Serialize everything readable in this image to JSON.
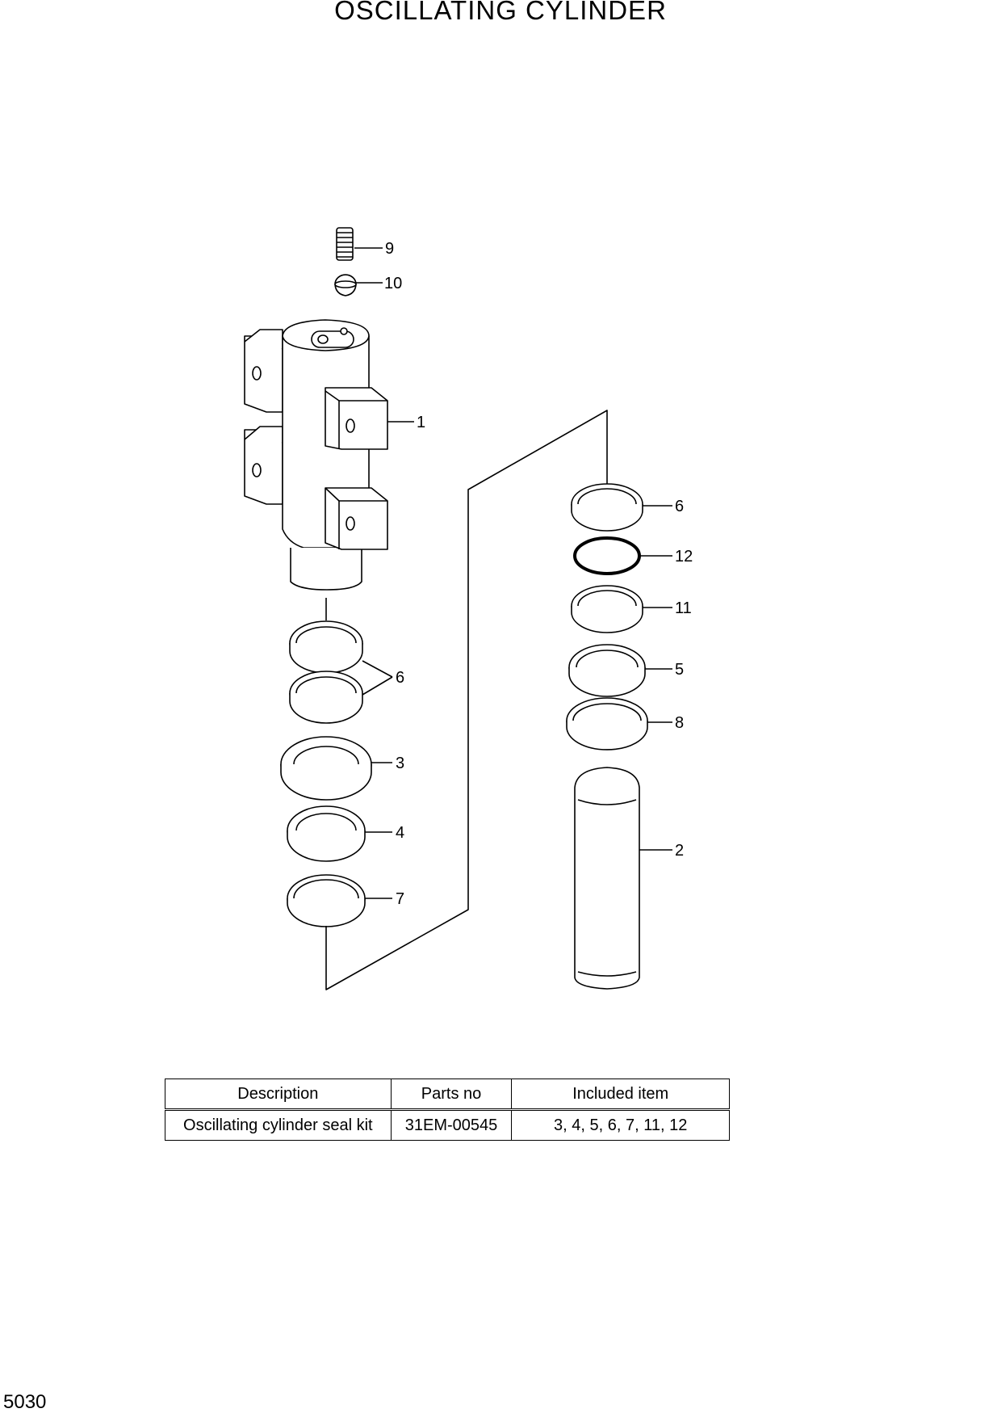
{
  "title": "OSCILLATING CYLINDER",
  "page_number": "5030",
  "callouts": {
    "c1": "1",
    "c2": "2",
    "c3": "3",
    "c4": "4",
    "c5": "5",
    "c6a": "6",
    "c6b": "6",
    "c7": "7",
    "c8": "8",
    "c9": "9",
    "c10": "10",
    "c11": "11",
    "c12": "12"
  },
  "kit_table": {
    "headers": [
      "Description",
      "Parts no",
      "Included item"
    ],
    "rows": [
      [
        "Oscillating cylinder seal kit",
        "31EM-00545",
        "3, 4, 5, 6, 7, 11, 12"
      ]
    ]
  }
}
